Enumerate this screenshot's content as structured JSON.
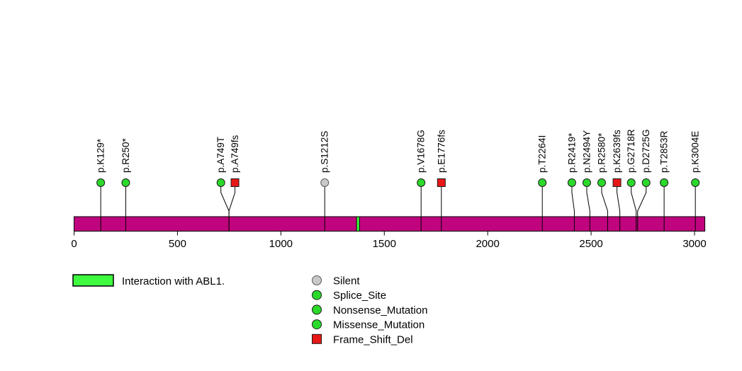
{
  "chart_data": {
    "type": "lollipop",
    "title": "",
    "xlabel": "",
    "ylabel": "",
    "axis": {
      "ticks": [
        0,
        500,
        1000,
        1500,
        2000,
        2500,
        3000
      ],
      "xmin": 0,
      "xmax": 3050
    },
    "protein_bar": {
      "color": "#C0047E",
      "border_color": "#000000"
    },
    "domains": [
      {
        "name": "Interaction with ABL1.",
        "start": 1366,
        "end": 1380,
        "color": "#3FFB3F"
      }
    ],
    "mutation_classes": [
      {
        "name": "Silent",
        "shape": "circle",
        "color": "#C9C9C9",
        "stroke": "#5A5A5A"
      },
      {
        "name": "Splice_Site",
        "shape": "circle",
        "color": "#2BD92B",
        "stroke": "#1A1A1A"
      },
      {
        "name": "Nonsense_Mutation",
        "shape": "circle",
        "color": "#2BD92B",
        "stroke": "#1A1A1A"
      },
      {
        "name": "Missense_Mutation",
        "shape": "circle",
        "color": "#2BD92B",
        "stroke": "#1A1A1A"
      },
      {
        "name": "Frame_Shift_Del",
        "shape": "square",
        "color": "#E81717",
        "stroke": "#1A1A1A"
      }
    ],
    "mutations": [
      {
        "label": "p.K129*",
        "pos": 129,
        "class": "Nonsense_Mutation",
        "label_x": 129
      },
      {
        "label": "p.R250*",
        "pos": 250,
        "class": "Nonsense_Mutation",
        "label_x": 250
      },
      {
        "label": "p.A749T",
        "pos": 749,
        "class": "Missense_Mutation",
        "label_x": 710
      },
      {
        "label": "p.A749fs",
        "pos": 749,
        "class": "Frame_Shift_Del",
        "label_x": 778
      },
      {
        "label": "p.S1212S",
        "pos": 1212,
        "class": "Silent",
        "label_x": 1212
      },
      {
        "label": "p.V1678G",
        "pos": 1678,
        "class": "Missense_Mutation",
        "label_x": 1678
      },
      {
        "label": "p.E1776fs",
        "pos": 1776,
        "class": "Frame_Shift_Del",
        "label_x": 1776
      },
      {
        "label": "p.T2264I",
        "pos": 2264,
        "class": "Missense_Mutation",
        "label_x": 2264
      },
      {
        "label": "p.R2419*",
        "pos": 2419,
        "class": "Nonsense_Mutation",
        "label_x": 2407
      },
      {
        "label": "p.N2494Y",
        "pos": 2494,
        "class": "Missense_Mutation",
        "label_x": 2479
      },
      {
        "label": "p.R2580*",
        "pos": 2580,
        "class": "Nonsense_Mutation",
        "label_x": 2551
      },
      {
        "label": "p.K2639fs",
        "pos": 2639,
        "class": "Frame_Shift_Del",
        "label_x": 2625
      },
      {
        "label": "p.G2718R",
        "pos": 2718,
        "class": "Missense_Mutation",
        "label_x": 2694
      },
      {
        "label": "p.D2725G",
        "pos": 2725,
        "class": "Missense_Mutation",
        "label_x": 2766
      },
      {
        "label": "p.T2853R",
        "pos": 2853,
        "class": "Missense_Mutation",
        "label_x": 2853
      },
      {
        "label": "p.K3004E",
        "pos": 3004,
        "class": "Missense_Mutation",
        "label_x": 3004
      }
    ],
    "legend_domain": {
      "label": "Interaction with ABL1.",
      "color": "#3FFB3F"
    },
    "legend_classes": [
      "Silent",
      "Splice_Site",
      "Nonsense_Mutation",
      "Missense_Mutation",
      "Frame_Shift_Del"
    ]
  }
}
